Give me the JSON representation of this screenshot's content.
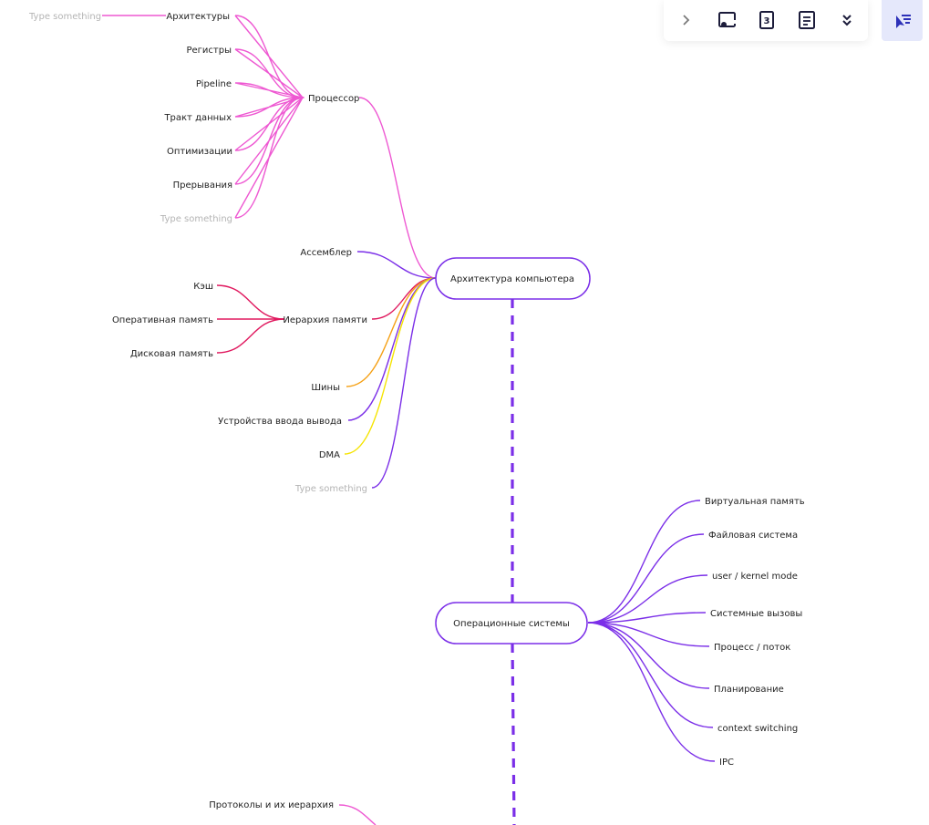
{
  "colors": {
    "magenta": "#ee58d2",
    "violet": "#7b2fe8",
    "crimson": "#e0185e",
    "orange": "#f5a014",
    "yellow": "#f5e400",
    "spine": "#7b2fe8",
    "placeholder": "#b4b4b4",
    "tool_active_bg": "#e5e8fb"
  },
  "toolbar": {
    "icons": [
      "chevron-right-icon",
      "frame-icon",
      "card-number-icon",
      "document-icon",
      "collapse-down-icon"
    ],
    "side_button_icon": "cursor-filter-icon"
  },
  "central_nodes": {
    "architecture": "Архитектура компьютера",
    "os": "Операционные системы"
  },
  "processor_branch": {
    "label": "Процессор",
    "children": [
      "Архитектуры",
      "Регистры",
      "Pipeline",
      "Тракт данных",
      "Оптимизации",
      "Прерывания"
    ],
    "placeholder": "Type something",
    "top_placeholder": "Type something"
  },
  "architecture_branches": {
    "assembler": "Ассемблер",
    "memory": {
      "label": "Иерархия памяти",
      "children": [
        "Кэш",
        "Оперативная память",
        "Дисковая память"
      ]
    },
    "buses": "Шины",
    "io": "Устройства ввода вывода",
    "dma": "DMA",
    "placeholder": "Type something"
  },
  "os_branches": [
    "Виртуальная память",
    "Файловая система",
    "user / kernel mode",
    "Системные вызовы",
    "Процесс / поток",
    "Планирование",
    "context switching",
    "IPC"
  ],
  "network_branch": {
    "label": "Протоколы и их иерархия"
  }
}
